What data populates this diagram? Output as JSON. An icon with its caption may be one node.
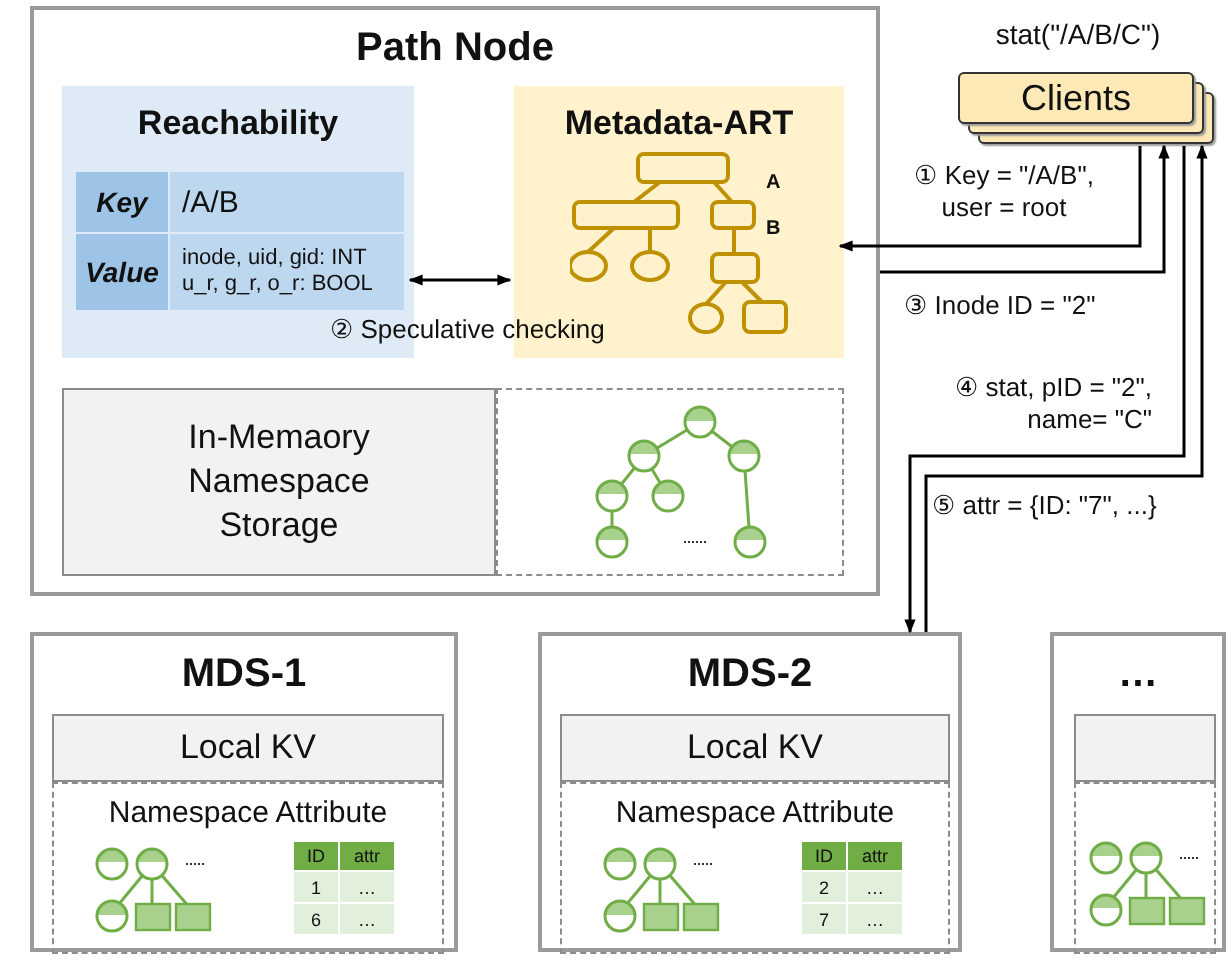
{
  "diagram": {
    "nodes": [
      {
        "text": [
          "Path Node"
        ]
      },
      {
        "text": [
          "Reachability"
        ],
        "in": 0
      },
      {
        "text": [
          "Metadata-ART"
        ],
        "in": 0
      },
      {
        "text": [
          "In-Memaory Namespace Storage"
        ],
        "in": 0
      },
      {
        "text": [],
        "shape": "box",
        "in": 0
      },
      {
        "text": [
          "Clients"
        ],
        "beside": [
          "stat(\"/A/B/C\")"
        ]
      },
      {
        "text": [
          "MDS-1"
        ]
      },
      {
        "text": [
          "Local KV"
        ],
        "in": 6
      },
      {
        "text": [
          "Namespace Attribute"
        ],
        "in": 6
      },
      {
        "text": [
          "MDS-2"
        ]
      },
      {
        "text": [
          "Local KV"
        ],
        "in": 9
      },
      {
        "text": [
          "Namespace Attribute"
        ],
        "in": 9
      },
      {
        "text": [
          "…"
        ]
      },
      {
        "text": [],
        "shape": "box",
        "in": 12
      },
      {
        "text": [],
        "shape": "box",
        "in": 12
      }
    ],
    "edges": [
      {
        "from": 5,
        "to": 2,
        "arrow": "to",
        "label": "① Key = \"/A/B\", user = root"
      },
      {
        "from": 1,
        "to": 2,
        "arrow": "both",
        "label": "② Speculative checking"
      },
      {
        "from": 0,
        "to": 5,
        "arrow": "to",
        "label": "③ Inode ID = \"2\""
      },
      {
        "from": 5,
        "to": 9,
        "arrow": "to",
        "label": "④ stat,  pID = \"2\", name= \"C\""
      },
      {
        "from": 9,
        "to": 5,
        "arrow": "to",
        "label": "⑤ attr = {ID: \"7\", ...}"
      }
    ],
    "labels": [
      "Key",
      "/A/B",
      "Value",
      "inode, uid, gid: INT u_r, g_r, o_r: BOOL",
      "A",
      "B",
      "ID",
      "attr",
      "1",
      "…",
      "6",
      "…",
      "ID",
      "attr",
      "2",
      "…",
      "7",
      "…"
    ]
  }
}
